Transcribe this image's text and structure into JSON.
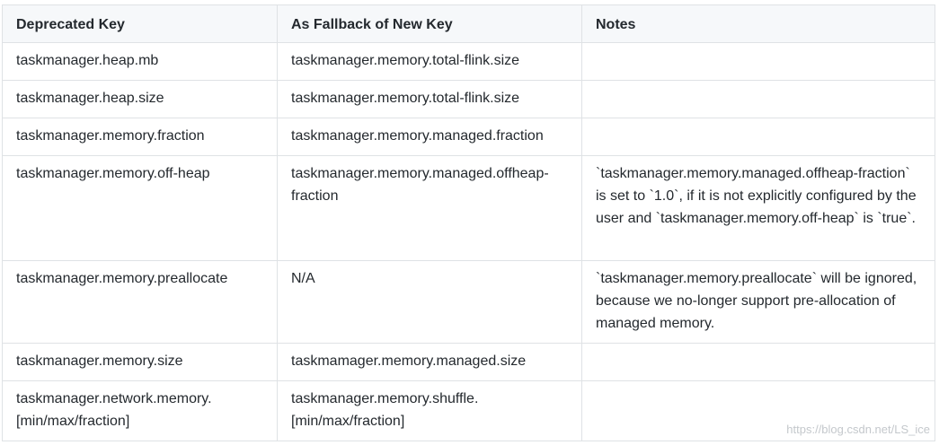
{
  "table": {
    "headers": [
      "Deprecated Key",
      "As Fallback of New Key",
      "Notes"
    ],
    "rows": [
      [
        "taskmanager.heap.mb",
        "taskmanager.memory.total-flink.size",
        ""
      ],
      [
        "taskmanager.heap.size",
        "taskmanager.memory.total-flink.size",
        ""
      ],
      [
        "taskmanager.memory.fraction",
        "taskmanager.memory.managed.fraction",
        ""
      ],
      [
        "taskmanager.memory.off-heap",
        "taskmanager.memory.managed.offheap-fraction",
        "`taskmanager.memory.managed.offheap-fraction` is set to `1.0`, if it is not explicitly configured by the user and `taskmanager.memory.off-heap` is `true`."
      ],
      [
        "taskmanager.memory.preallocate",
        "N/A",
        "`taskmanager.memory.preallocate` will be ignored, because we no-longer support pre-allocation of managed memory."
      ],
      [
        "taskmanager.memory.size",
        "taskmamager.memory.managed.size",
        ""
      ],
      [
        "taskmanager.network.memory.[min/max/fraction]",
        "taskmanager.memory.shuffle.[min/max/fraction]",
        ""
      ]
    ]
  },
  "watermark": "https://blog.csdn.net/LS_ice"
}
